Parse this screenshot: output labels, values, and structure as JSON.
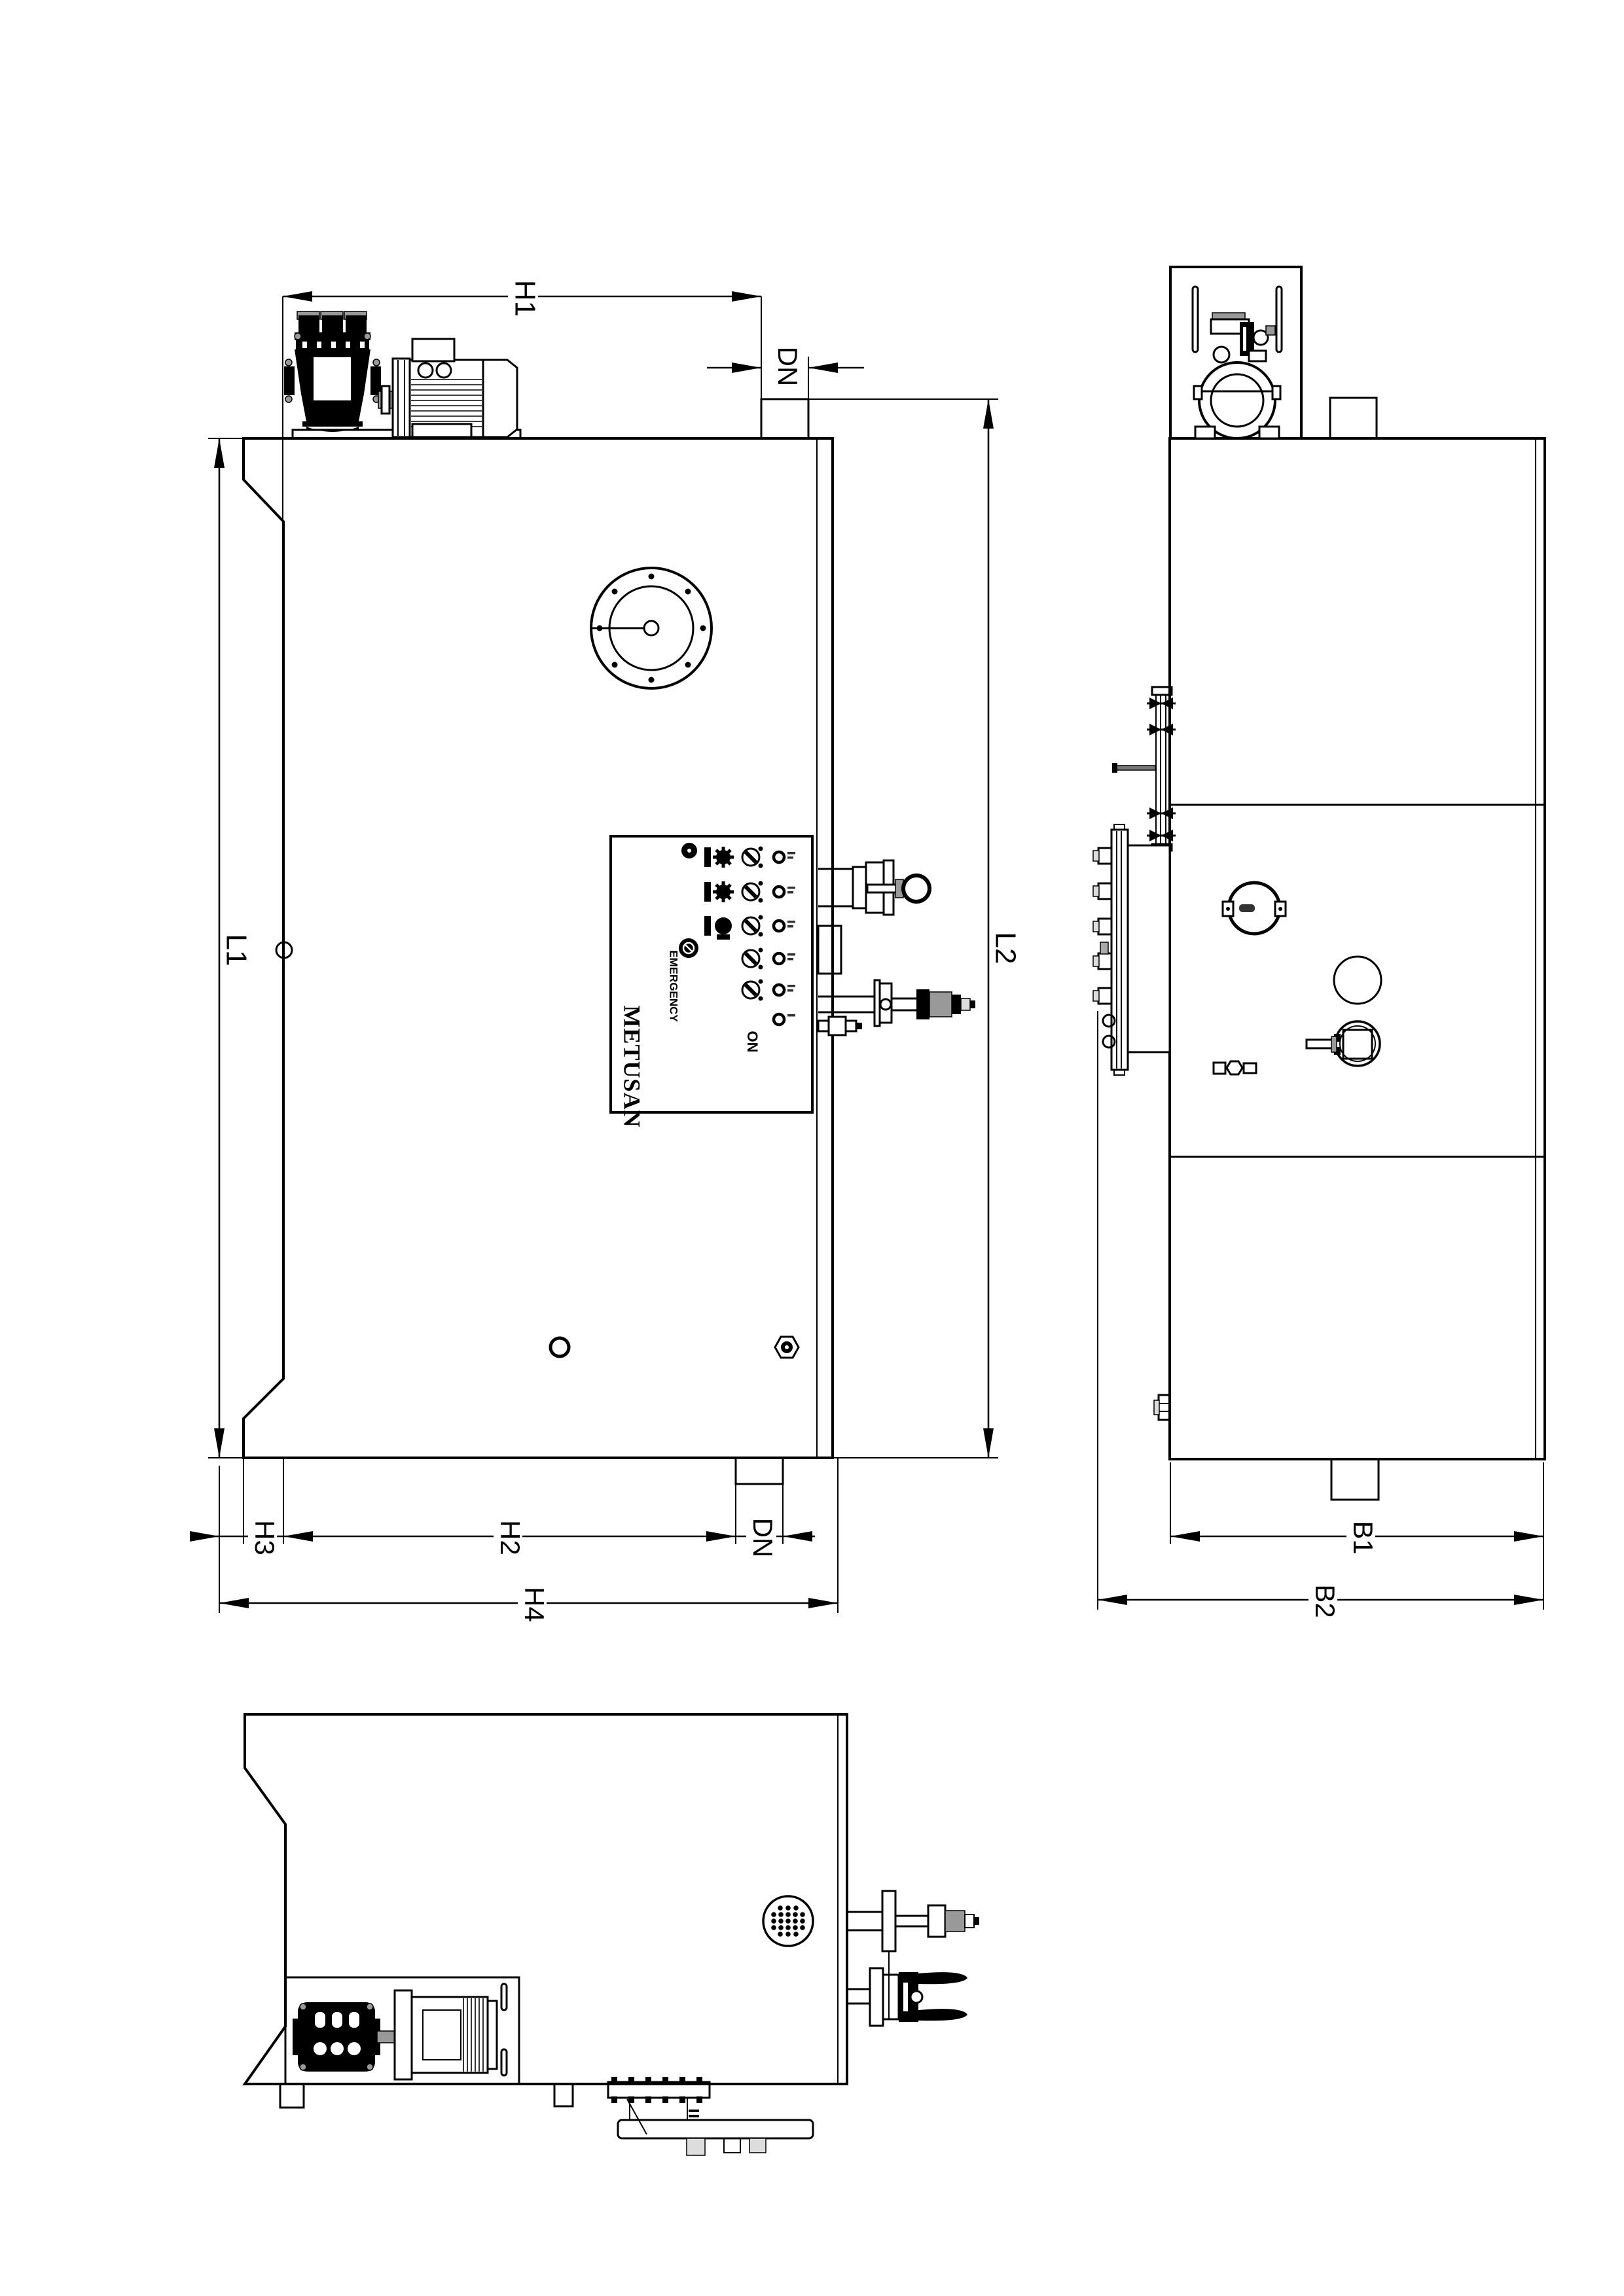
{
  "drawing": {
    "brand": "METUSAN",
    "control_panel": {
      "emergency_label": "EMERGENCY",
      "on_label": "ON"
    },
    "dimension_labels": {
      "h1": "H1",
      "dn_top": "DN",
      "l1": "L1",
      "l2": "L2",
      "h3": "H3",
      "h2": "H2",
      "dn_bottom": "DN",
      "h4": "H4",
      "b1": "B1",
      "b2": "B2"
    },
    "colors": {
      "background": "#ffffff",
      "line": "#000000",
      "gray_fill": "#999999",
      "light_gray_fill": "#dddddd"
    }
  }
}
